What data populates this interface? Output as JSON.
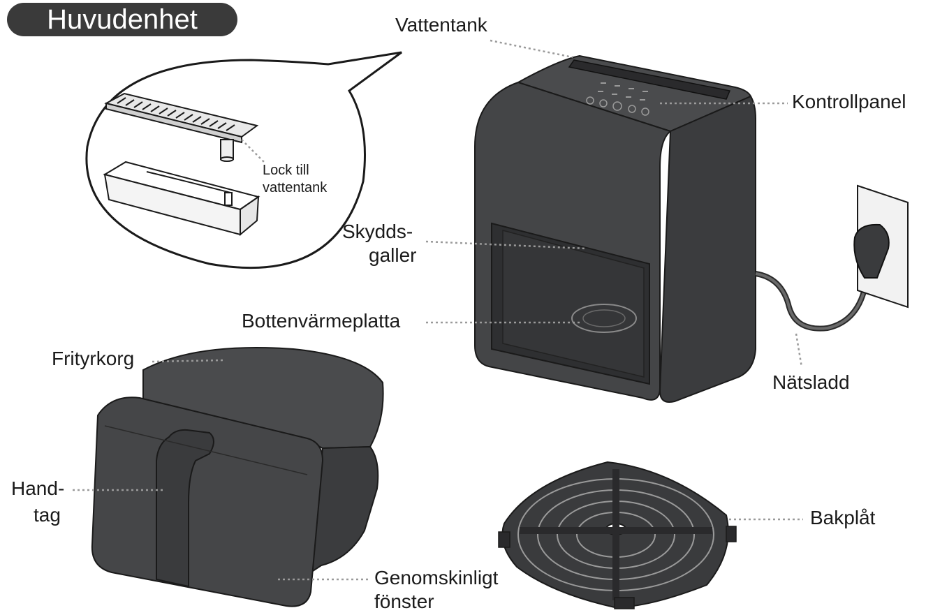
{
  "title": "Huvudenhet",
  "labels": {
    "water_tank": "Vattentank",
    "control_panel": "Kontrollpanel",
    "lid_line1": "Lock till",
    "lid_line2": "vattentank",
    "guard_line1": "Skydds-",
    "guard_line2": "galler",
    "bottom_plate": "Bottenvärmeplatta",
    "basket": "Frityrkorg",
    "cord": "Nätsladd",
    "handle_line1": "Hand-",
    "handle_line2": "tag",
    "window_line1": "Genomskinligt",
    "window_line2": "fönster",
    "tray": "Bakplåt"
  },
  "colors": {
    "body": "#3f4042",
    "dark": "#2b2c2e",
    "pill": "#3a3a3a",
    "leader": "#9a9a9a"
  }
}
